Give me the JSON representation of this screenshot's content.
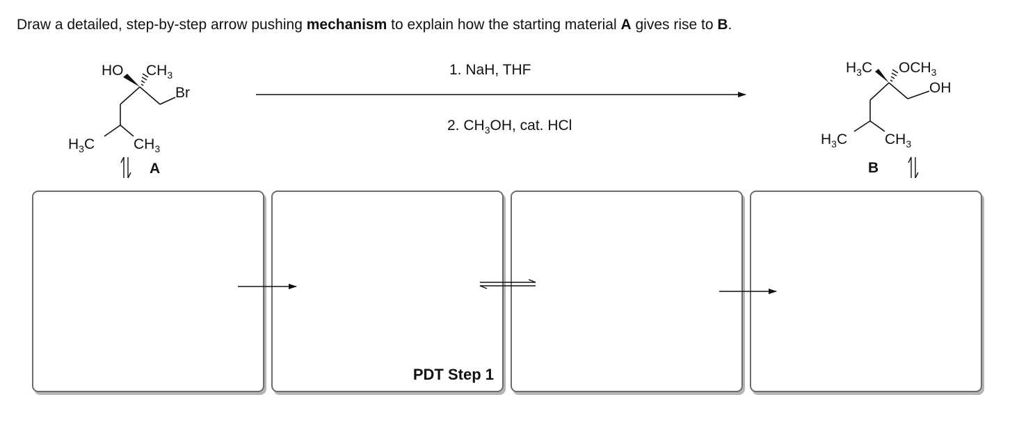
{
  "prompt": {
    "part1": "Draw a detailed, step-by-step arrow pushing ",
    "bold1": "mechanism",
    "part2": " to explain how the starting material ",
    "bold2": "A",
    "part3": " gives rise to ",
    "bold3": "B",
    "part4": "."
  },
  "reagents": {
    "step1": "1.  NaH, THF",
    "step2_pre": "2. CH",
    "step2_sub": "3",
    "step2_post": "OH, cat. HCl"
  },
  "compound_a": {
    "label": "A",
    "ho": "HO",
    "ch3_top": "CH",
    "br": "Br",
    "h3c_left_h": "H",
    "h3c_left_c": "C",
    "ch3_right": "CH",
    "sub3": "3"
  },
  "compound_b": {
    "label": "B",
    "h3c_top_h": "H",
    "h3c_top_c": "C",
    "och3": "OCH",
    "oh": "OH",
    "h3c_left_h": "H",
    "h3c_left_c": "C",
    "ch3_right": "CH",
    "sub3": "3"
  },
  "mechanism_boxes": [
    {
      "label": ""
    },
    {
      "label": "PDT Step 1"
    },
    {
      "label": ""
    },
    {
      "label": ""
    }
  ],
  "colors": {
    "ink": "#111111",
    "box_border": "#6b6b6b",
    "box_shadow": "#b5b5b5"
  }
}
